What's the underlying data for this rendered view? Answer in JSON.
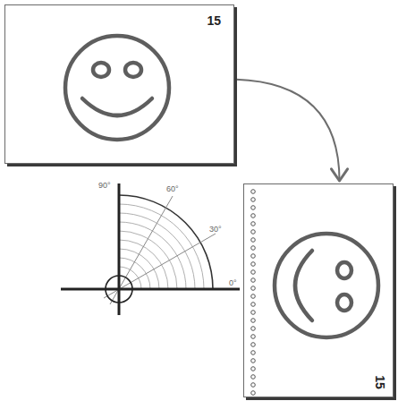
{
  "diagram": {
    "nodes": [
      {
        "text": [
          "15"
        ]
      },
      {
        "text": [
          "15"
        ]
      }
    ],
    "edges": [
      {
        "from": 0,
        "to": 1,
        "arrow": "to"
      }
    ],
    "labels": [
      "90°",
      "60°",
      "30°",
      "0°"
    ]
  }
}
